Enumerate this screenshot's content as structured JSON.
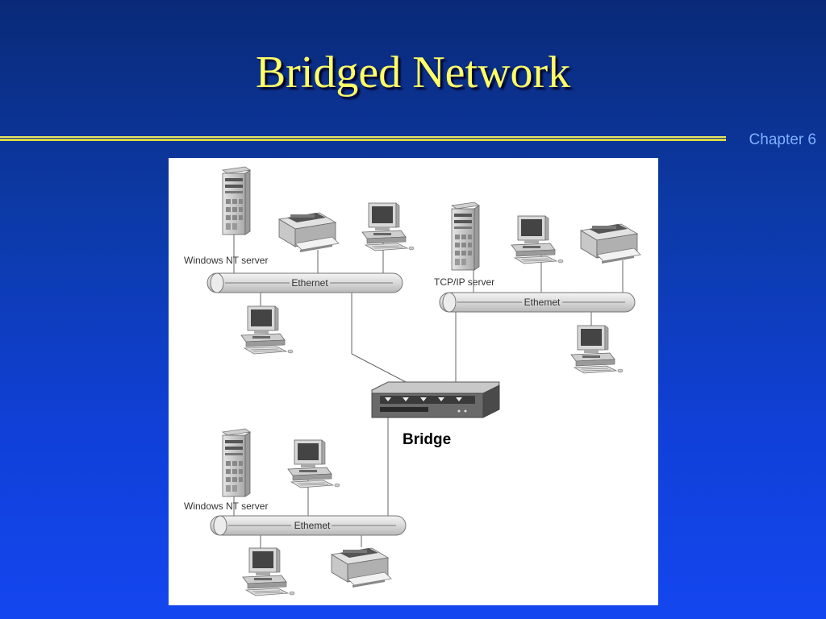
{
  "slide": {
    "title": "Bridged Network",
    "chapter": "Chapter 6"
  },
  "diagram": {
    "bridge_label": "Bridge",
    "segments": [
      {
        "server_label": "Windows NT server",
        "bus_label": "Ethernet"
      },
      {
        "server_label": "TCP/IP server",
        "bus_label": "Ethemet"
      },
      {
        "server_label": "Windows NT server",
        "bus_label": "Ethemet"
      }
    ]
  },
  "colors": {
    "title": "#ffff66",
    "rule": "#e8e860",
    "chapter": "#7fb0ff"
  }
}
